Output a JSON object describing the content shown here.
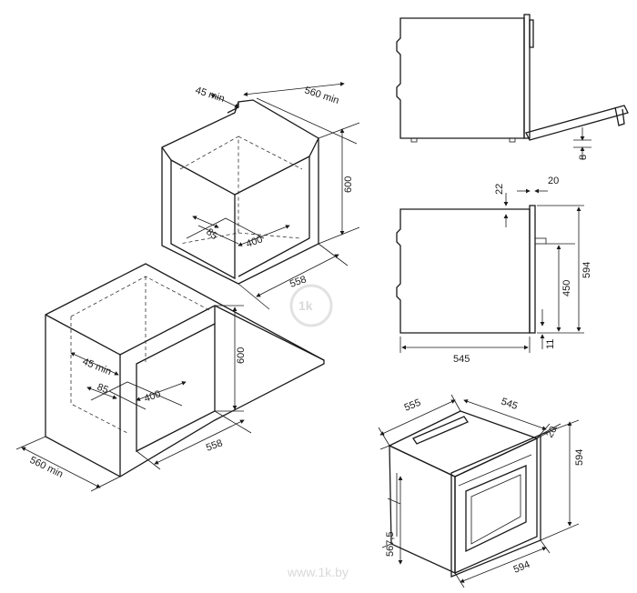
{
  "labels": {
    "upper_45min": "45 min",
    "upper_560min": "560 min",
    "upper_600": "600",
    "upper_85": "85",
    "upper_400": "400",
    "upper_558": "558",
    "lower_45min": "45 min",
    "lower_85": "85",
    "lower_400": "400",
    "lower_600": "600",
    "lower_558": "558",
    "lower_560min": "560 min",
    "side_8": "8",
    "side_22": "22",
    "side_20": "20",
    "side_594": "594",
    "side_450": "450",
    "side_11": "11",
    "side_545": "545",
    "iso_555": "555",
    "iso_545": "545",
    "iso_20": "20",
    "iso_594_h": "594",
    "iso_567_5": "567,5",
    "iso_594_w": "594"
  },
  "watermark": {
    "logo": "1k",
    "url": "www.1k.by"
  }
}
